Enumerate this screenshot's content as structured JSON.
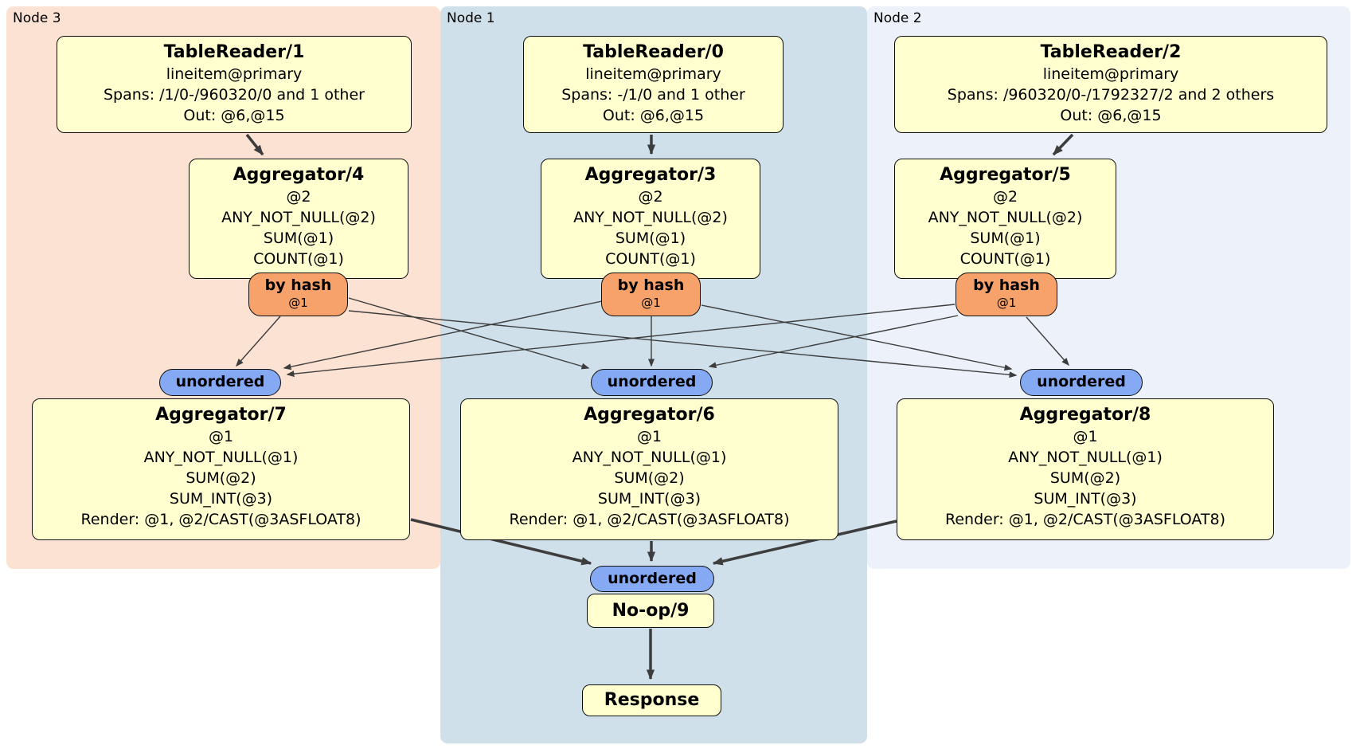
{
  "regions": {
    "node3": {
      "label": "Node 3",
      "bg": "#fce2d3"
    },
    "node1": {
      "label": "Node 1",
      "bg": "#d0e0ea"
    },
    "node2": {
      "label": "Node 2",
      "bg": "#ecf1fa"
    }
  },
  "boxes": {
    "tr1": {
      "title": "TableReader/1",
      "lines": [
        "lineitem@primary",
        "Spans: /1/0-/960320/0 and 1 other",
        "Out: @6,@15"
      ]
    },
    "tr0": {
      "title": "TableReader/0",
      "lines": [
        "lineitem@primary",
        "Spans: -/1/0 and 1 other",
        "Out: @6,@15"
      ]
    },
    "tr2": {
      "title": "TableReader/2",
      "lines": [
        "lineitem@primary",
        "Spans: /960320/0-/1792327/2 and 2 others",
        "Out: @6,@15"
      ]
    },
    "agg4": {
      "title": "Aggregator/4",
      "lines": [
        "@2",
        "ANY_NOT_NULL(@2)",
        "SUM(@1)",
        "COUNT(@1)"
      ]
    },
    "agg3": {
      "title": "Aggregator/3",
      "lines": [
        "@2",
        "ANY_NOT_NULL(@2)",
        "SUM(@1)",
        "COUNT(@1)"
      ]
    },
    "agg5": {
      "title": "Aggregator/5",
      "lines": [
        "@2",
        "ANY_NOT_NULL(@2)",
        "SUM(@1)",
        "COUNT(@1)"
      ]
    },
    "agg7": {
      "title": "Aggregator/7",
      "lines": [
        "@1",
        "ANY_NOT_NULL(@1)",
        "SUM(@2)",
        "SUM_INT(@3)",
        "Render: @1, @2/CAST(@3ASFLOAT8)"
      ]
    },
    "agg6": {
      "title": "Aggregator/6",
      "lines": [
        "@1",
        "ANY_NOT_NULL(@1)",
        "SUM(@2)",
        "SUM_INT(@3)",
        "Render: @1, @2/CAST(@3ASFLOAT8)"
      ]
    },
    "agg8": {
      "title": "Aggregator/8",
      "lines": [
        "@1",
        "ANY_NOT_NULL(@1)",
        "SUM(@2)",
        "SUM_INT(@3)",
        "Render: @1, @2/CAST(@3ASFLOAT8)"
      ]
    },
    "noop": {
      "title": "No-op/9"
    },
    "response": {
      "title": "Response"
    }
  },
  "routers": {
    "bh3": {
      "label": "by hash",
      "detail": "@1"
    },
    "bh1": {
      "label": "by hash",
      "detail": "@1"
    },
    "bh2": {
      "label": "by hash",
      "detail": "@1"
    }
  },
  "syncs": {
    "u3": {
      "label": "unordered"
    },
    "u1": {
      "label": "unordered"
    },
    "u2": {
      "label": "unordered"
    },
    "ub": {
      "label": "unordered"
    }
  },
  "colors": {
    "process_box_fill": "#ffffcf",
    "router_fill": "#f7a26a",
    "sync_fill": "#85a9f2",
    "arrow": "#3d3d3d",
    "node3_bg": "#fce2d3",
    "node1_bg": "#d0e0ea",
    "node2_bg": "#ecf1fa"
  }
}
